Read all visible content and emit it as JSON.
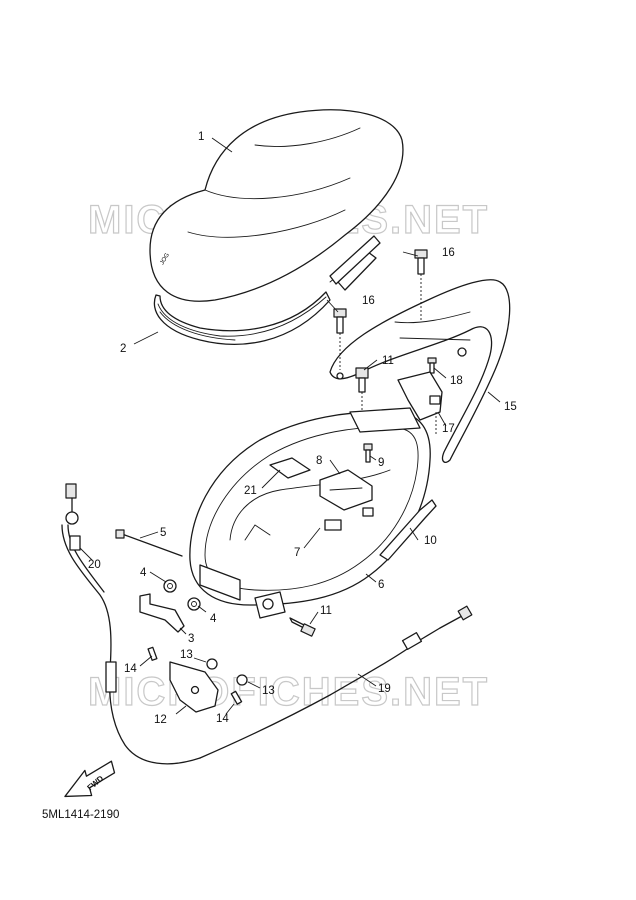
{
  "watermark": {
    "top": "MICROFICHES.NET",
    "bottom": "MICROFICHES.NET"
  },
  "diagram_code": "5ML1414-2190",
  "forward_arrow_label": "FWD",
  "callouts": {
    "p1": "1",
    "p2": "2",
    "p3": "3",
    "p4a": "4",
    "p4b": "4",
    "p5": "5",
    "p6": "6",
    "p7": "7",
    "p8": "8",
    "p9": "9",
    "p10": "10",
    "p11a": "11",
    "p11b": "11",
    "p12": "12",
    "p13a": "13",
    "p13b": "13",
    "p14a": "14",
    "p14b": "14",
    "p15": "15",
    "p16a": "16",
    "p16b": "16",
    "p17": "17",
    "p18": "18",
    "p19": "19",
    "p20": "20",
    "p21": "21"
  }
}
